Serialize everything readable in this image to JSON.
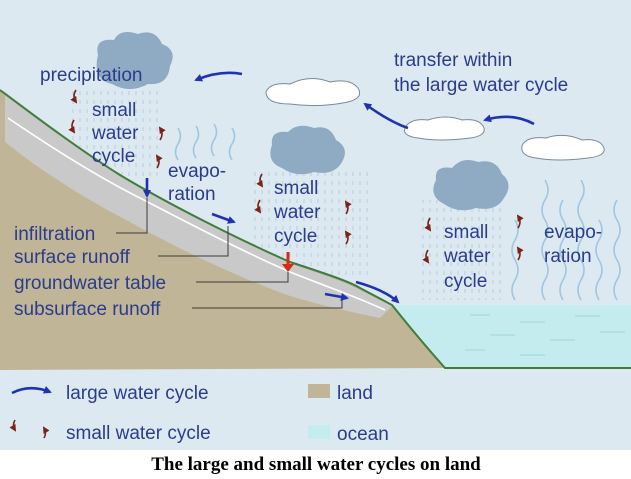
{
  "labels": {
    "precipitation": "precipitation",
    "transfer": [
      "transfer within",
      "the large water cycle"
    ],
    "small_cycle_1": [
      "small",
      "water",
      "cycle"
    ],
    "evaporation_1": [
      "evapo-",
      "ration"
    ],
    "small_cycle_2": [
      "small",
      "water",
      "cycle"
    ],
    "small_cycle_3": [
      "small",
      "water",
      "cycle"
    ],
    "evaporation_2": [
      "evapo-",
      "ration"
    ],
    "infiltration": "infiltration",
    "surface_runoff": "surface runoff",
    "groundwater_table": "groundwater table",
    "subsurface_runoff": "subsurface runoff"
  },
  "legend": {
    "large_cycle": "large water cycle",
    "small_cycle": "small water cycle",
    "land": "land",
    "ocean": "ocean"
  },
  "caption": "The large and small water cycles on land",
  "colors": {
    "background": "#dde9f1",
    "land": "#c0b596",
    "soil_layer": "#c9c9c9",
    "ocean": "#c4ecee",
    "cloud_dark": "#8eabc3",
    "large_cycle_arrow": "#1f33b0",
    "small_cycle_arrow": "#7a2418",
    "groundwater_arrow": "#d62a12",
    "label_text": "#2a3c8c",
    "shoreline": "#3f7d3a"
  }
}
